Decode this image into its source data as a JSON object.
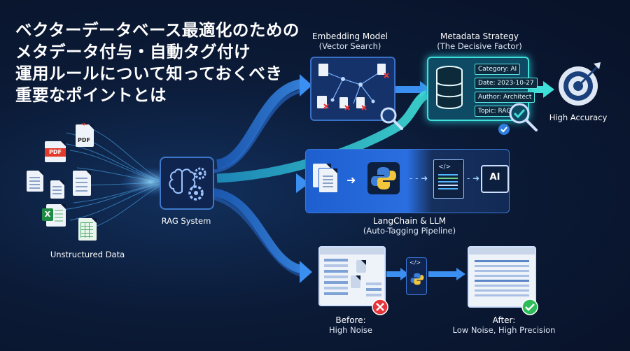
{
  "title": {
    "lines": [
      "ベクターデータベース最適化のための",
      "メタデータ付与・自動タグ付け",
      "運用ルールについて知っておくべき",
      "重要なポイントとは"
    ]
  },
  "left": {
    "file_labels": [
      "PDF",
      "PDF",
      "X"
    ],
    "caption": "Unstructured Data"
  },
  "center": {
    "caption": "RAG System"
  },
  "embedding": {
    "title": "Embedding Model",
    "subtitle": "(Vector Search)"
  },
  "metadata": {
    "title": "Metadata Strategy",
    "subtitle": "(The Decisive Factor)",
    "tags": [
      "Category: AI",
      "Date: 2023-10-27",
      "Author: Architect",
      "Topic: RAG"
    ]
  },
  "result": {
    "caption": "High Accuracy"
  },
  "pipeline": {
    "title": "LangChain & LLM",
    "subtitle": "(Auto-Tagging Pipeline)",
    "ai_label": "AI",
    "code_label": "</>"
  },
  "before": {
    "title": "Before:",
    "subtitle": "High Noise"
  },
  "after": {
    "title": "After:",
    "subtitle": "Low Noise, High Precision"
  },
  "colors": {
    "background": "#0b1a36",
    "flow_blue": "#2f7fe0",
    "flow_cyan": "#33d6d0",
    "accent_cyan": "#57e6e0",
    "error_red": "#e5343a",
    "ok_green": "#2ebc5a",
    "pdf_red": "#e23b2e",
    "excel_green": "#1f8a43"
  }
}
